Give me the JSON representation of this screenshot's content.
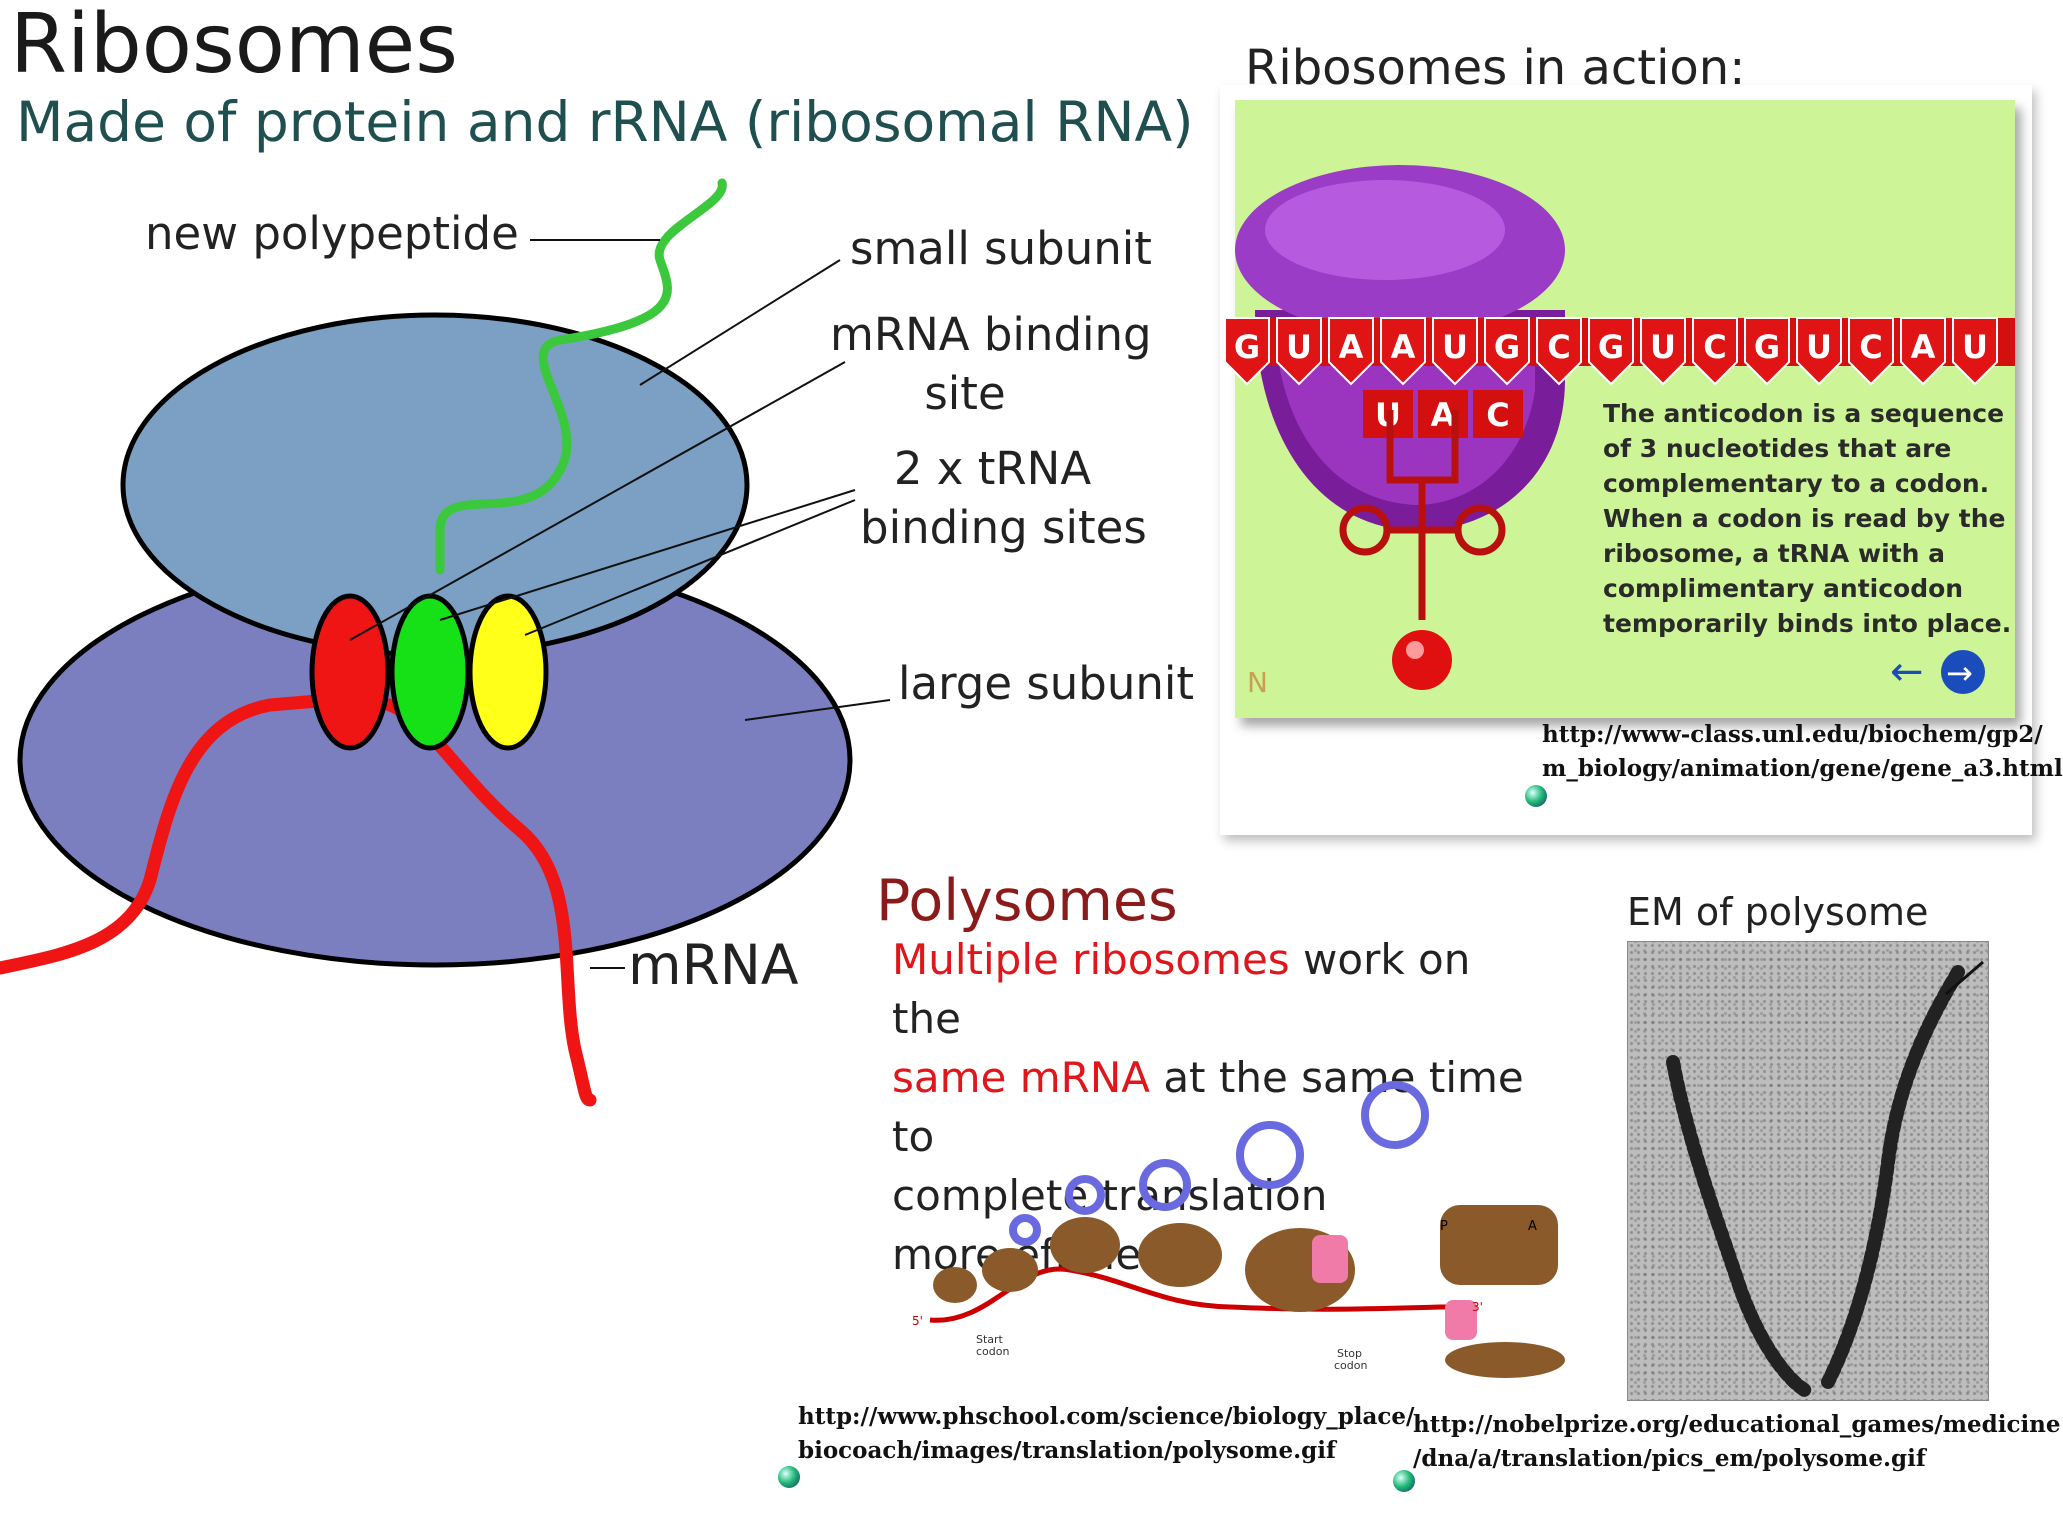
{
  "header": {
    "title": "Ribosomes",
    "subtitle": "Made of protein and rRNA (ribosomal RNA)"
  },
  "diagram": {
    "labels": {
      "new_polypeptide": "new polypeptide",
      "small_subunit": "small subunit",
      "mrna_binding_1": "mRNA binding",
      "mrna_binding_2": "site",
      "trna_1": "2 x tRNA",
      "trna_2": "binding sites",
      "large_subunit": "large subunit",
      "mrna": "mRNA"
    },
    "colors": {
      "small_subunit": "#7ba0c4",
      "large_subunit": "#7b7fc0",
      "site_red": "#f01515",
      "site_green": "#16e016",
      "site_yellow": "#ffff1a",
      "polypeptide": "#3cc83c",
      "mrna_strand": "#f01515"
    }
  },
  "action": {
    "title": "Ribosomes in action:",
    "codons": [
      "G",
      "U",
      "A",
      "A",
      "U",
      "G",
      "C",
      "G",
      "U",
      "C",
      "G",
      "U",
      "C",
      "A",
      "U"
    ],
    "anticodon": [
      "U",
      "A",
      "C"
    ],
    "caption": "The anticodon is a sequence of 3 nucleotides that are complementary to a codon. When a codon is read by the ribosome, a tRNA with a complimentary anticodon temporarily binds into place.",
    "url_1": "http://www-class.unl.edu/biochem/gp2/",
    "url_2": "m_biology/animation/gene/gene_a3.html",
    "panel_color": "#cdf597"
  },
  "polysomes": {
    "title": "Polysomes",
    "line1_red": "Multiple ribosomes",
    "line1_rest": " work on the",
    "line2_red": "same mRNA",
    "line2_rest": " at the same time to",
    "line3": "complete translation",
    "line4": "more efficiently",
    "start_codon_1": "Start",
    "start_codon_2": "codon",
    "stop_codon_1": "Stop",
    "stop_codon_2": "codon",
    "five_prime": "5'",
    "three_prime": "3'",
    "site_p": "P",
    "site_a": "A",
    "url_1": "http://www.phschool.com/science/biology_place/",
    "url_2": "biocoach/images/translation/polysome.gif"
  },
  "em": {
    "title": "EM of polysome",
    "url_1": "http://nobelprize.org/educational_games/medicine",
    "url_2": "/dna/a/translation/pics_em/polysome.gif"
  }
}
